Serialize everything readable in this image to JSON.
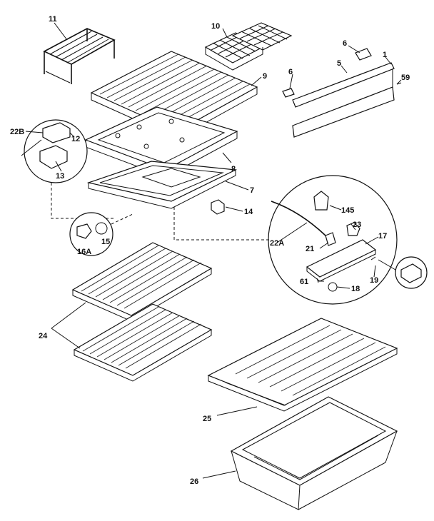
{
  "labels": {
    "l1": "1",
    "l5": "5",
    "l6": "6",
    "l6b": "6",
    "l7": "7",
    "l8": "8",
    "l9": "9",
    "l10": "10",
    "l11": "11",
    "l12": "12",
    "l13": "13",
    "l14": "14",
    "l15": "15",
    "l16a": "16A",
    "l17": "17",
    "l18": "18",
    "l19": "19",
    "l21": "21",
    "l22a": "22A",
    "l22b": "22B",
    "l23": "23",
    "l24": "24",
    "l25": "25",
    "l26": "26",
    "l59": "59",
    "l61": "61",
    "l145": "145"
  }
}
